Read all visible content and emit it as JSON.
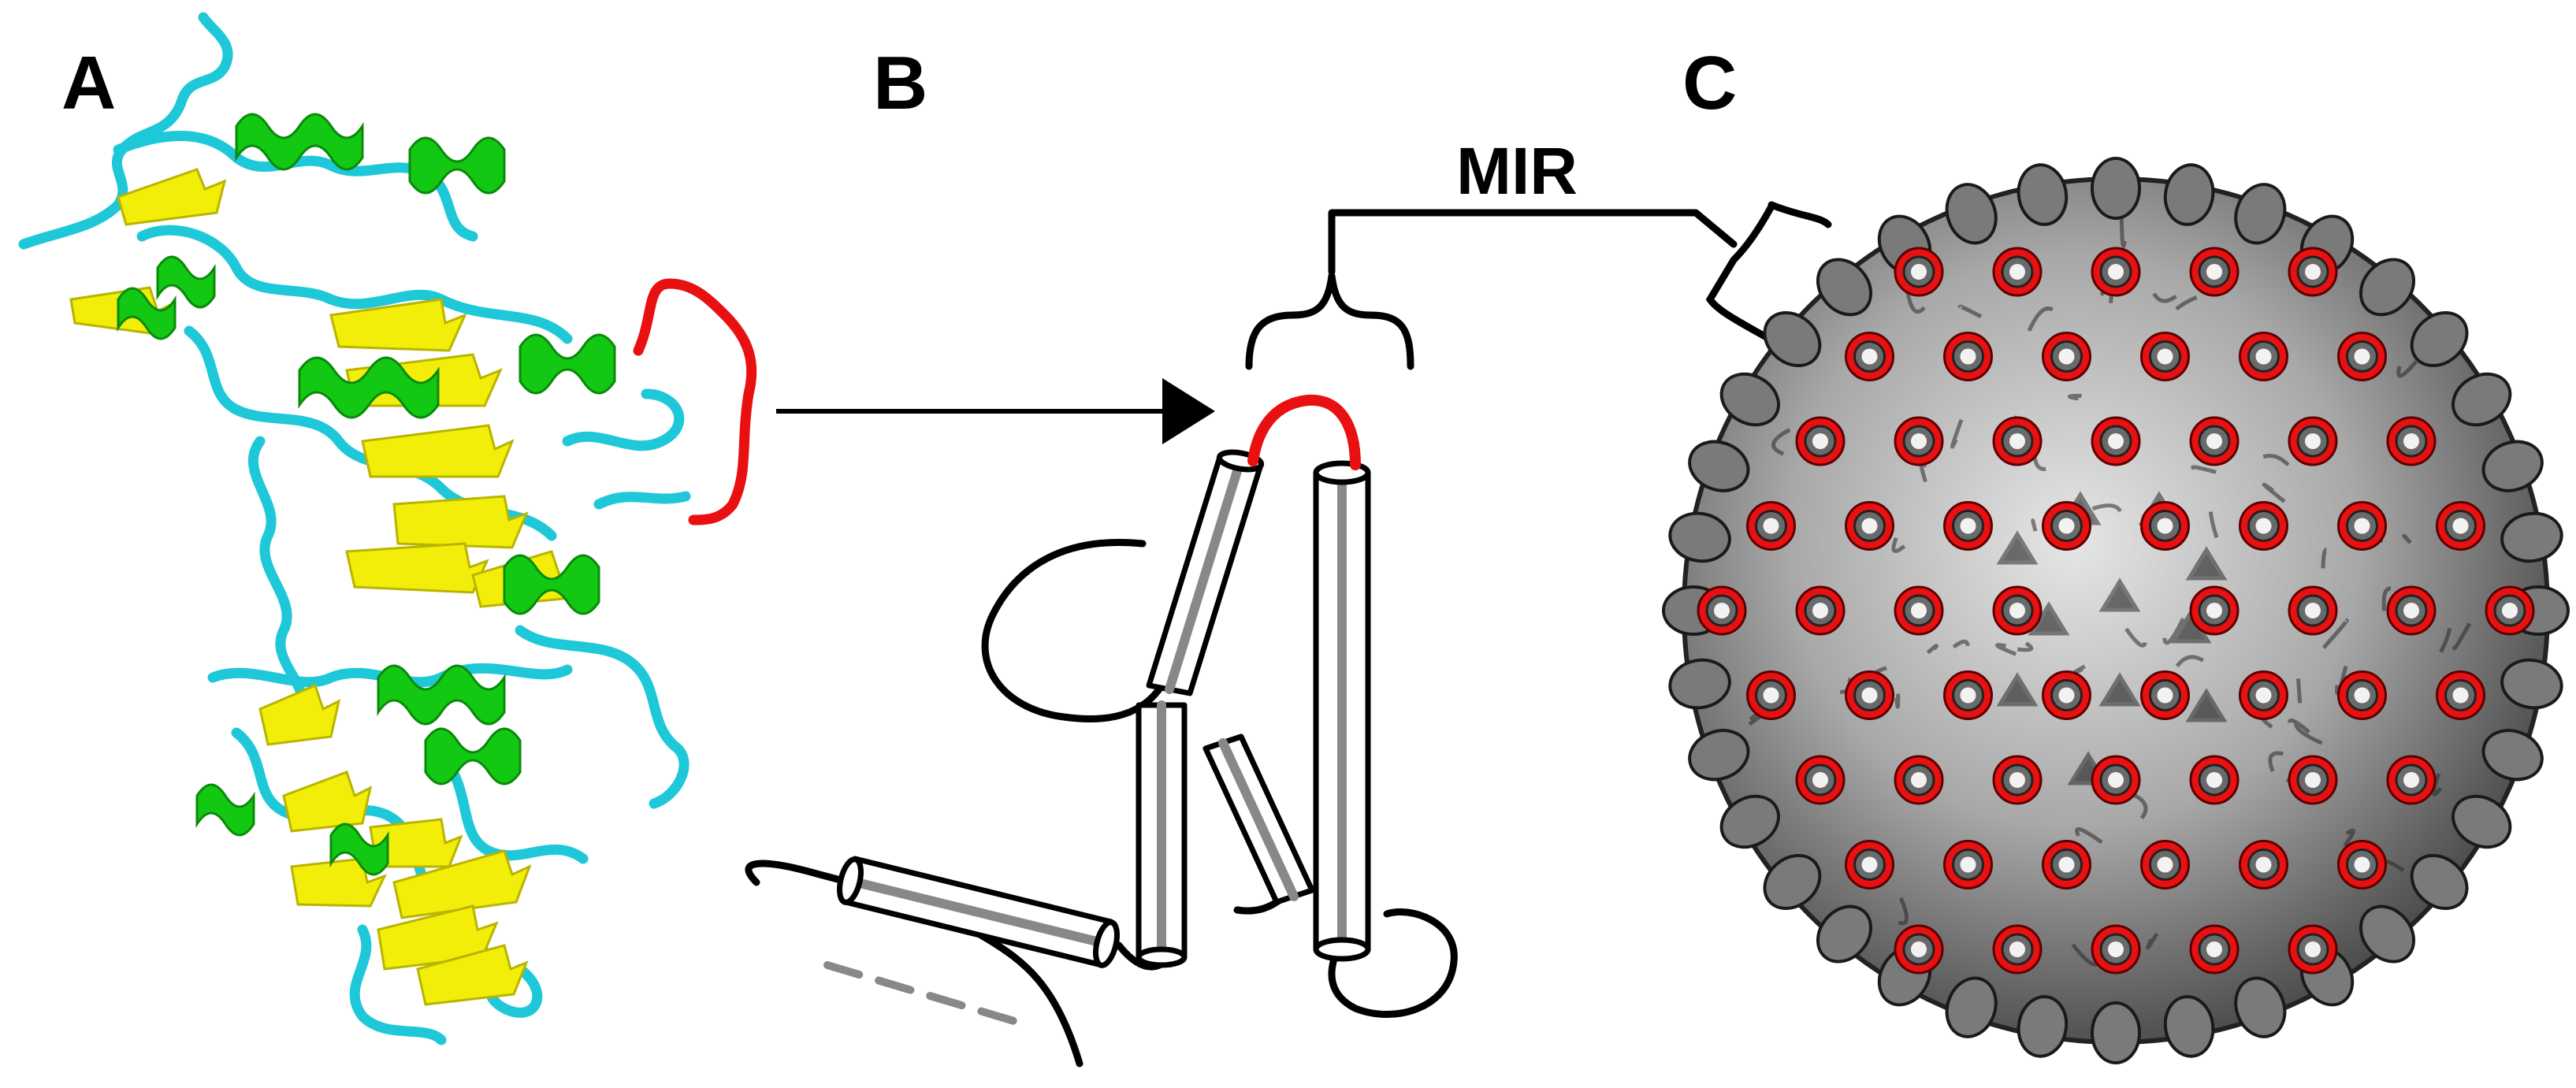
{
  "panels": {
    "a": {
      "label": "A"
    },
    "b": {
      "label": "B"
    },
    "c": {
      "label": "C"
    }
  },
  "annotation": {
    "mir_label": "MIR"
  },
  "colors": {
    "coil": "#1ec8d8",
    "helix": "#12c812",
    "strand": "#f2ee0a",
    "mir_loop": "#e81010",
    "outline": "#000000",
    "cylinder_core": "#888888",
    "virion_surface": "#9a9a9a"
  },
  "icons": {
    "protein": "ribbon-structure-icon",
    "arrow": "right-arrow-icon",
    "virion": "icosahedral-virus-icon"
  }
}
